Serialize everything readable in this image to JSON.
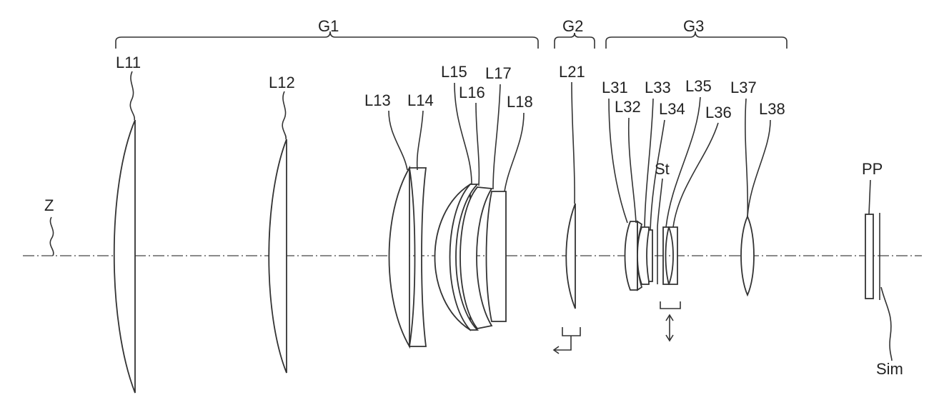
{
  "groups": {
    "g1": "G1",
    "g2": "G2",
    "g3": "G3"
  },
  "axis_label": "Z",
  "lenses": {
    "l11": "L11",
    "l12": "L12",
    "l13": "L13",
    "l14": "L14",
    "l15": "L15",
    "l16": "L16",
    "l17": "L17",
    "l18": "L18",
    "l21": "L21",
    "l31": "L31",
    "l32": "L32",
    "l33": "L33",
    "l34": "L34",
    "l35": "L35",
    "l36": "L36",
    "l37": "L37",
    "l38": "L38"
  },
  "stop": "St",
  "prism": "PP",
  "image_plane": "Sim"
}
